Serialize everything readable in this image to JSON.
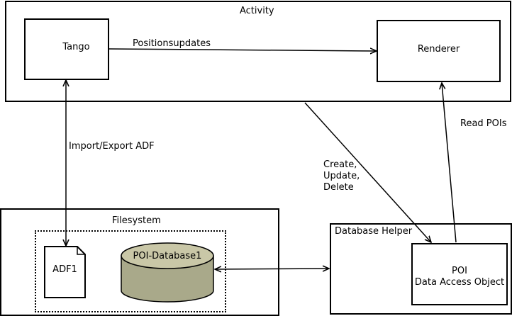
{
  "activity": {
    "title": "Activity"
  },
  "tango": {
    "label": "Tango"
  },
  "renderer": {
    "label": "Renderer"
  },
  "filesystem": {
    "title": "Filesystem"
  },
  "adf": {
    "label": "ADF1"
  },
  "database": {
    "label": "POI-Database1"
  },
  "database_helper": {
    "title": "Database Helper"
  },
  "dao": {
    "line1": "POI",
    "line2": "Data Access Object"
  },
  "edges": {
    "position_updates": "Positionsupdates",
    "import_export": "Import/Export ADF",
    "crud_1": "Create,",
    "crud_2": "Update,",
    "crud_3": "Delete",
    "read_pois": "Read POIs"
  },
  "colors": {
    "database_fill": "#a9a98a",
    "database_top": "#c9c7a7",
    "stroke": "#000000"
  }
}
